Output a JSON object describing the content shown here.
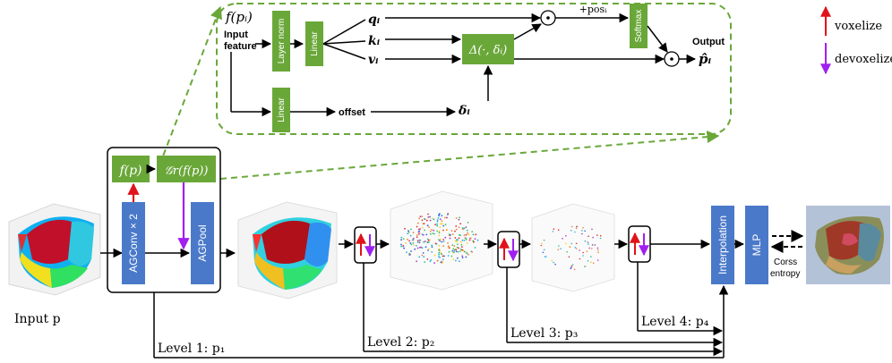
{
  "colors": {
    "green": "#6aa739",
    "blue": "#4a79c9",
    "red": "#e0121b",
    "purple": "#a020f0",
    "dash": "#6aa739",
    "line": "#000000"
  },
  "legend": {
    "voxelize": "voxelize",
    "devoxelize": "devoxelize"
  },
  "attention": {
    "input_symbol": "f(pᵢ)",
    "input_label_1": "Input",
    "input_label_2": "feature",
    "layer_norm": "Layer norm",
    "linear_top": "Linear",
    "linear_bottom": "Linear",
    "q": "qᵢ",
    "k": "kᵢ",
    "v": "vᵢ",
    "delta_fn": "Δ(·, δᵢ)",
    "pos": "+posᵢ",
    "softmax": "Softmax",
    "odot": "⊙",
    "output_label": "Output",
    "output_symbol": "p̂ᵢ",
    "offset": "offset",
    "delta": "δᵢ"
  },
  "encoder": {
    "fp": "f(p)",
    "gr": "𝒢r(f(p))",
    "agconv": "AGConv × 2",
    "agpool": "AGPool"
  },
  "pipeline": {
    "input_label": "Input p",
    "interpolation": "Interpolation",
    "mlp": "MLP",
    "loss_1": "Corss",
    "loss_2": "entropy",
    "level1": "Level 1:  p₁",
    "level2": "Level 2:  p₂",
    "level3": "Level 3:  p₃",
    "level4": "Level 4:  p₄"
  }
}
